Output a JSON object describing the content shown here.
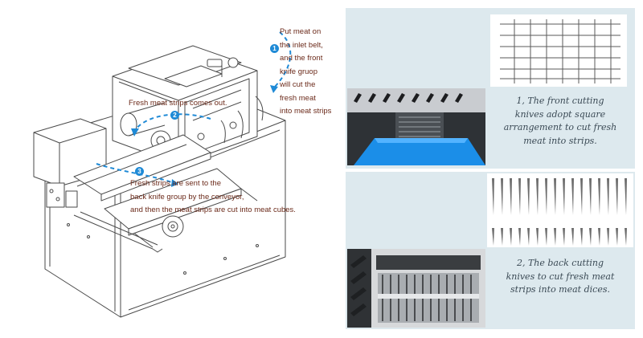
{
  "steps": [
    {
      "badge": "1",
      "text": "Put meat on\nthe inlet belt,\nand the front\nknife gruop\nwill cut the\nfresh meat\ninto meat strips"
    },
    {
      "badge": "2",
      "text": "Fresh meat strips comes out."
    },
    {
      "badge": "3",
      "text": "Fresh strips are sent to the\nback knife group by the conveyor,\nand then the meat strips are cut into meat cubes."
    }
  ],
  "panels": [
    {
      "caption": "1, The front cutting\nknives adopt square\narrangement to cut fresh\nmeat into strips."
    },
    {
      "caption": "2, The back cutting\nknives to cut fresh meat\nstrips into meat dices."
    }
  ],
  "colors": {
    "panel_bg": "#dde9ee",
    "line_art": "#4a4a4a",
    "arrow": "#1f8ad6",
    "note_text": "#6b2a1a",
    "belt_blue": "#1b8ee8"
  }
}
